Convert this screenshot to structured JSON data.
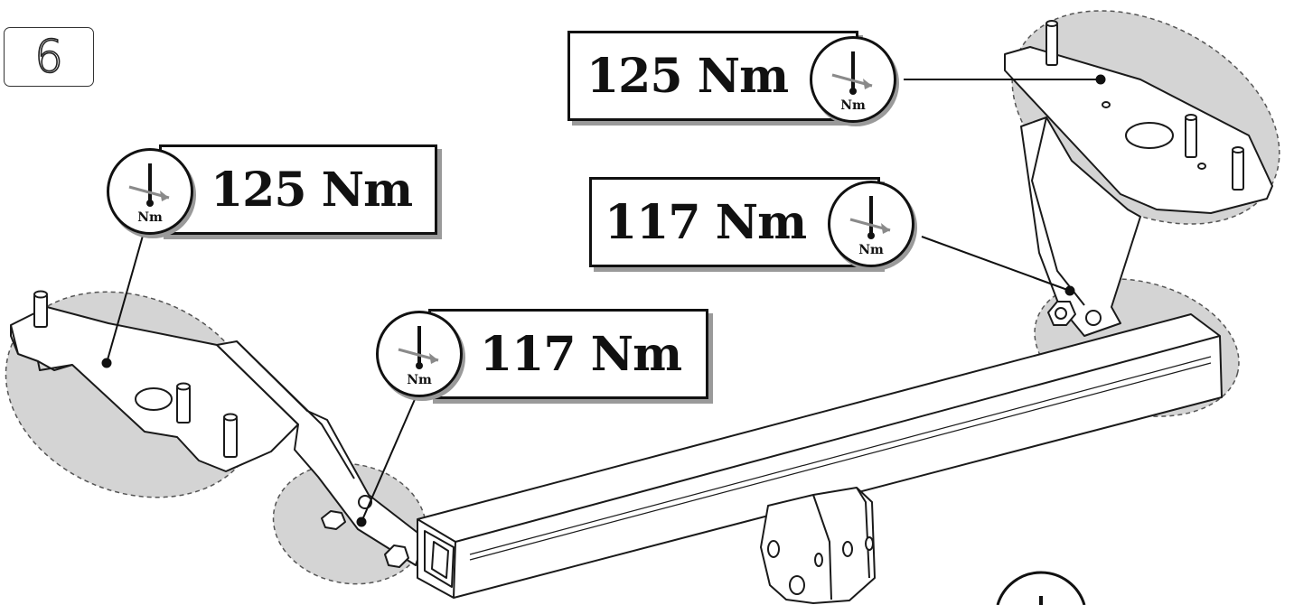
{
  "step": {
    "number": "6"
  },
  "torque_labels": [
    {
      "value": "125 Nm",
      "unit_badge": "Nm"
    },
    {
      "value": "125 Nm",
      "unit_badge": "Nm"
    },
    {
      "value": "117 Nm",
      "unit_badge": "Nm"
    },
    {
      "value": "117 Nm",
      "unit_badge": "Nm"
    }
  ],
  "colors": {
    "highlight": "#d2d2d2",
    "line": "#111111",
    "shadow": "#9a9a9a",
    "icon_arrow": "#8a8a8a"
  },
  "icons": [
    "torque-wrench-icon"
  ]
}
